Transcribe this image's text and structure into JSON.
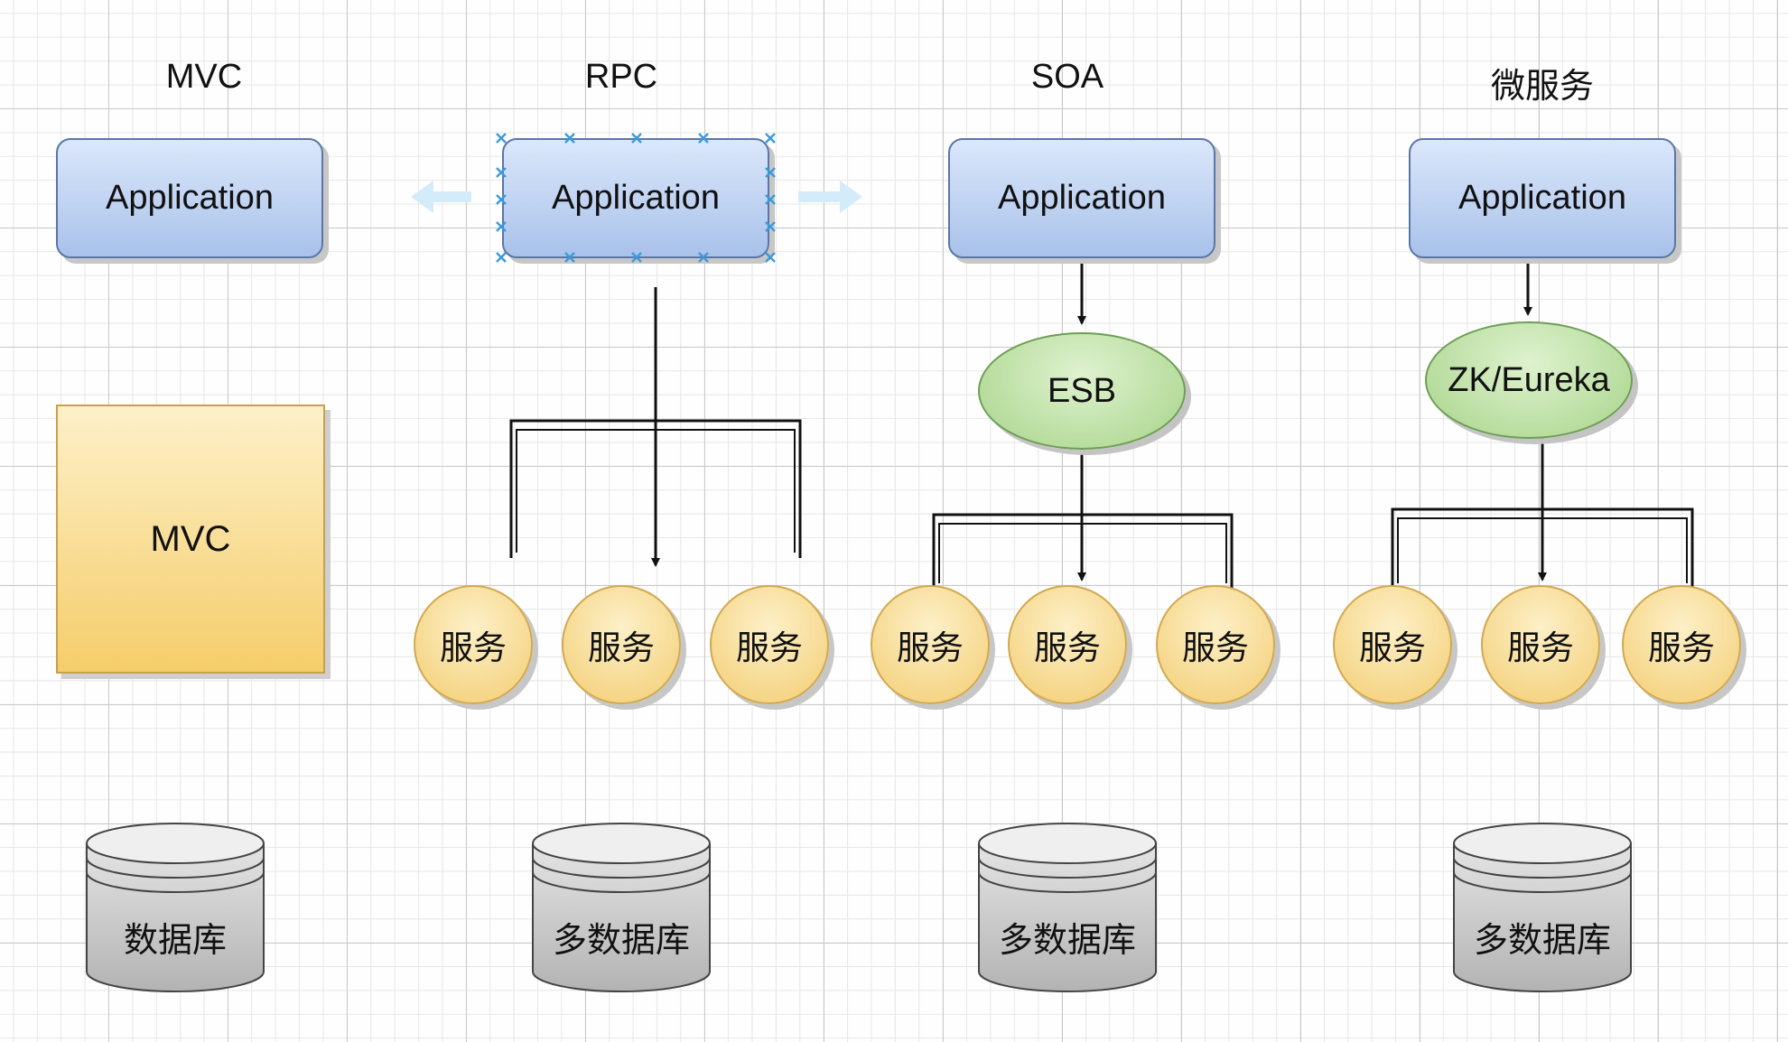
{
  "columns": [
    {
      "title": "MVC",
      "app": "Application",
      "core": "MVC",
      "database": "数据库"
    },
    {
      "title": "RPC",
      "app": "Application",
      "services": [
        "服务",
        "服务",
        "服务"
      ],
      "database": "多数据库"
    },
    {
      "title": "SOA",
      "app": "Application",
      "hub": "ESB",
      "services": [
        "服务",
        "服务",
        "服务"
      ],
      "database": "多数据库"
    },
    {
      "title": "微服务",
      "app": "Application",
      "hub": "ZK/Eureka",
      "services": [
        "服务",
        "服务",
        "服务"
      ],
      "database": "多数据库"
    }
  ],
  "colors": {
    "app_fill": "#a9c2ea",
    "mvc_fill": "#f5cd6a",
    "hub_fill": "#a7d48a",
    "service_fill": "#f3cd72",
    "database_fill": "#b7b7b7",
    "selection_handles": "#3a9ad9"
  }
}
